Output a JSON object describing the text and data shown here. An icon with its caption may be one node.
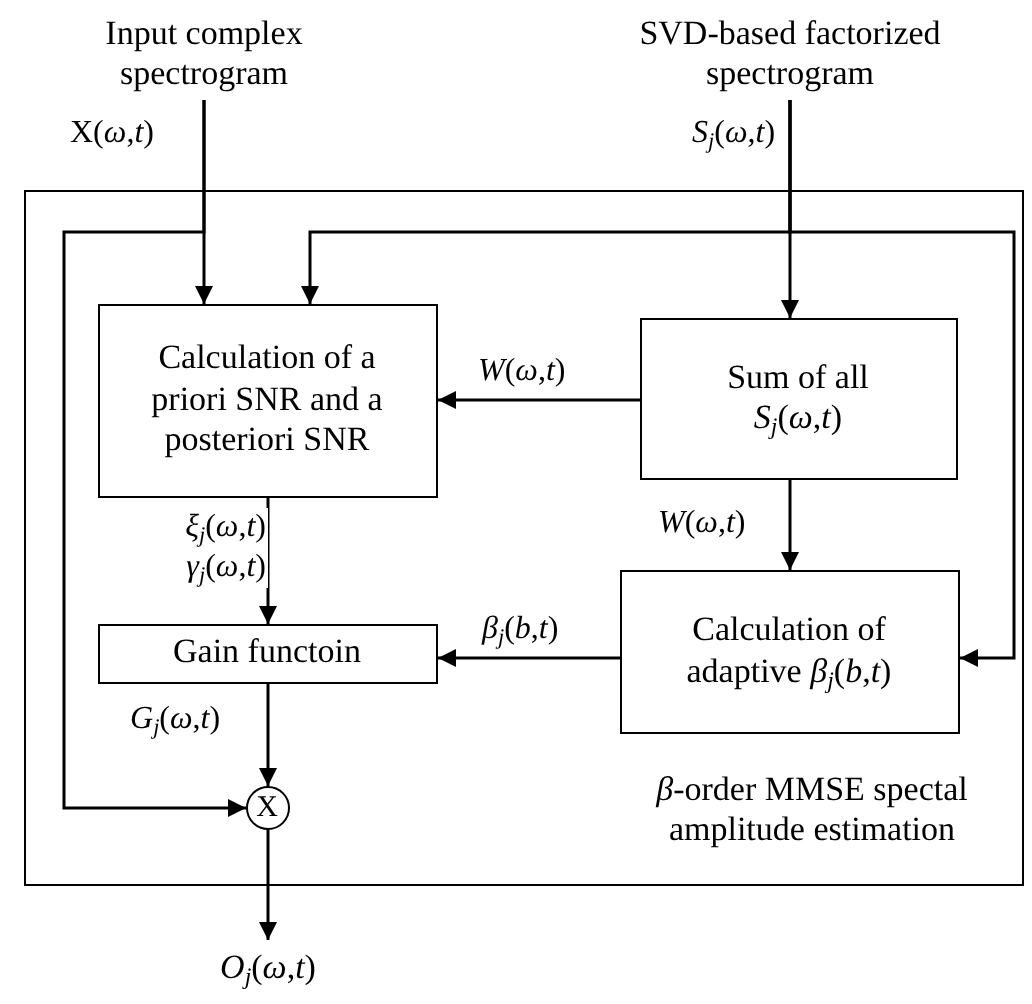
{
  "diagram": {
    "nodes": [
      {
        "text": [
          "*β*-order MMSE spectal amplitude estimation"
        ]
      },
      {
        "text": [
          "Input complex spectrogram"
        ]
      },
      {
        "text": [
          "SVD-based factorized spectrogram"
        ]
      },
      {
        "text": [
          "Calculation of a priori SNR and a posteriori SNR"
        ],
        "in": 0
      },
      {
        "text": [
          "Sum of all *S*$_{j}$(*ω*,*t*)"
        ],
        "in": 0
      },
      {
        "text": [
          "Gain functoin"
        ],
        "in": 0
      },
      {
        "text": [
          "Calculation of adaptive *β*$_{j}$(*b*,*t*)"
        ],
        "in": 0
      },
      {
        "text": [
          "X"
        ],
        "in": 0
      },
      {
        "text": [
          "*O*$_{j}$(*ω*,*t*)"
        ]
      }
    ],
    "edges": [
      {
        "from": 1,
        "to": 3,
        "arrow": "to",
        "label": "X(*ω*,*t*)"
      },
      {
        "from": 1,
        "to": 7,
        "arrow": "to"
      },
      {
        "from": 2,
        "to": 4,
        "arrow": "to",
        "label": "*S*$_{j}$(*ω*,*t*)"
      },
      {
        "from": 2,
        "to": 3,
        "arrow": "to"
      },
      {
        "from": 2,
        "to": 6,
        "arrow": "to"
      },
      {
        "from": 4,
        "to": 3,
        "arrow": "to",
        "label": "*W*(*ω*,*t*)"
      },
      {
        "from": 4,
        "to": 6,
        "arrow": "to",
        "label": "*W*(*ω*,*t*)"
      },
      {
        "from": 3,
        "to": 5,
        "arrow": "to",
        "label": "*ξ*$_{j}$(*ω*,*t*) *γ*$_{j}$(*ω*,*t*)"
      },
      {
        "from": 6,
        "to": 5,
        "arrow": "to",
        "label": "*β*$_{j}$(*b*,*t*)"
      },
      {
        "from": 5,
        "to": 7,
        "arrow": "to",
        "label": "*G*$_{j}$(*ω*,*t*)"
      },
      {
        "from": 7,
        "to": 8,
        "arrow": "to"
      }
    ]
  }
}
